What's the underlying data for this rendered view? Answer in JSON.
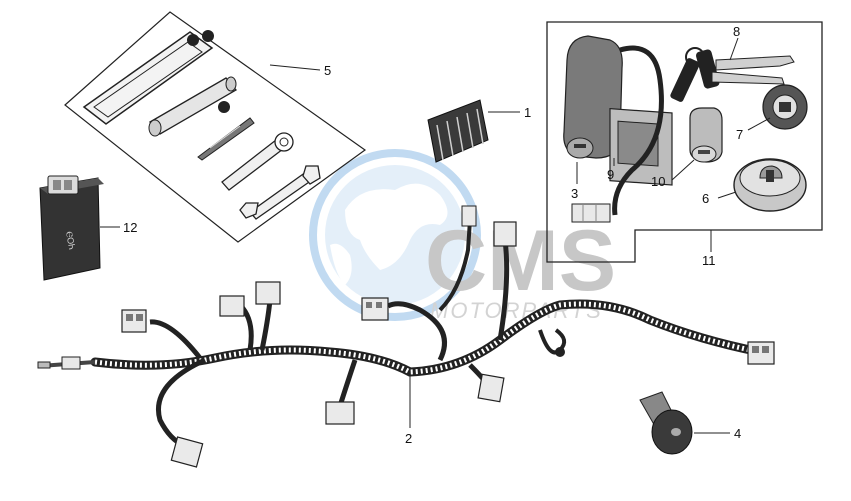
{
  "watermark": {
    "brand": "CMS",
    "tagline": "MOTORPARTS",
    "globe_color": "#8fbde6",
    "letters_color": "#9a9a9a"
  },
  "callouts": {
    "part_1": "1",
    "part_2": "2",
    "part_3": "3",
    "part_4": "4",
    "part_5": "5",
    "part_6": "6",
    "part_7": "7",
    "part_8": "8",
    "part_9": "9",
    "part_10": "10",
    "part_11": "11",
    "part_12": "12"
  },
  "cdi_box_marking": "ⲈOᏂ"
}
